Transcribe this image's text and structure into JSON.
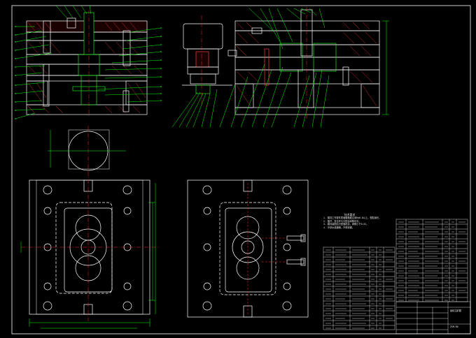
{
  "drawing": {
    "type": "injection mould assembly drawing (CAD)",
    "colors": {
      "background": "#000000",
      "frame": "#ffffff",
      "outline": "#ffffff",
      "leader": "#00ff00",
      "centerline": "#ff2a2a",
      "hatch": "#ff3b3b",
      "accent_green": "#22e022",
      "dimension": "#00ff00"
    }
  },
  "notes": {
    "heading": "技术要求",
    "lines": [
      "1. 模具工作零件表面粗糙度达到Ra0.8以上，型腔抛光。",
      "2. 推杆、复位杆与孔配合间隙均匀。",
      "3. 模具装配后分型面贴合，间隙小于0.02。",
      "4. 冷却水道通畅，不得渗漏。"
    ]
  },
  "title_block": {
    "drawing_name": "齿轮注射模",
    "drawing_number": "ZSM-00"
  }
}
